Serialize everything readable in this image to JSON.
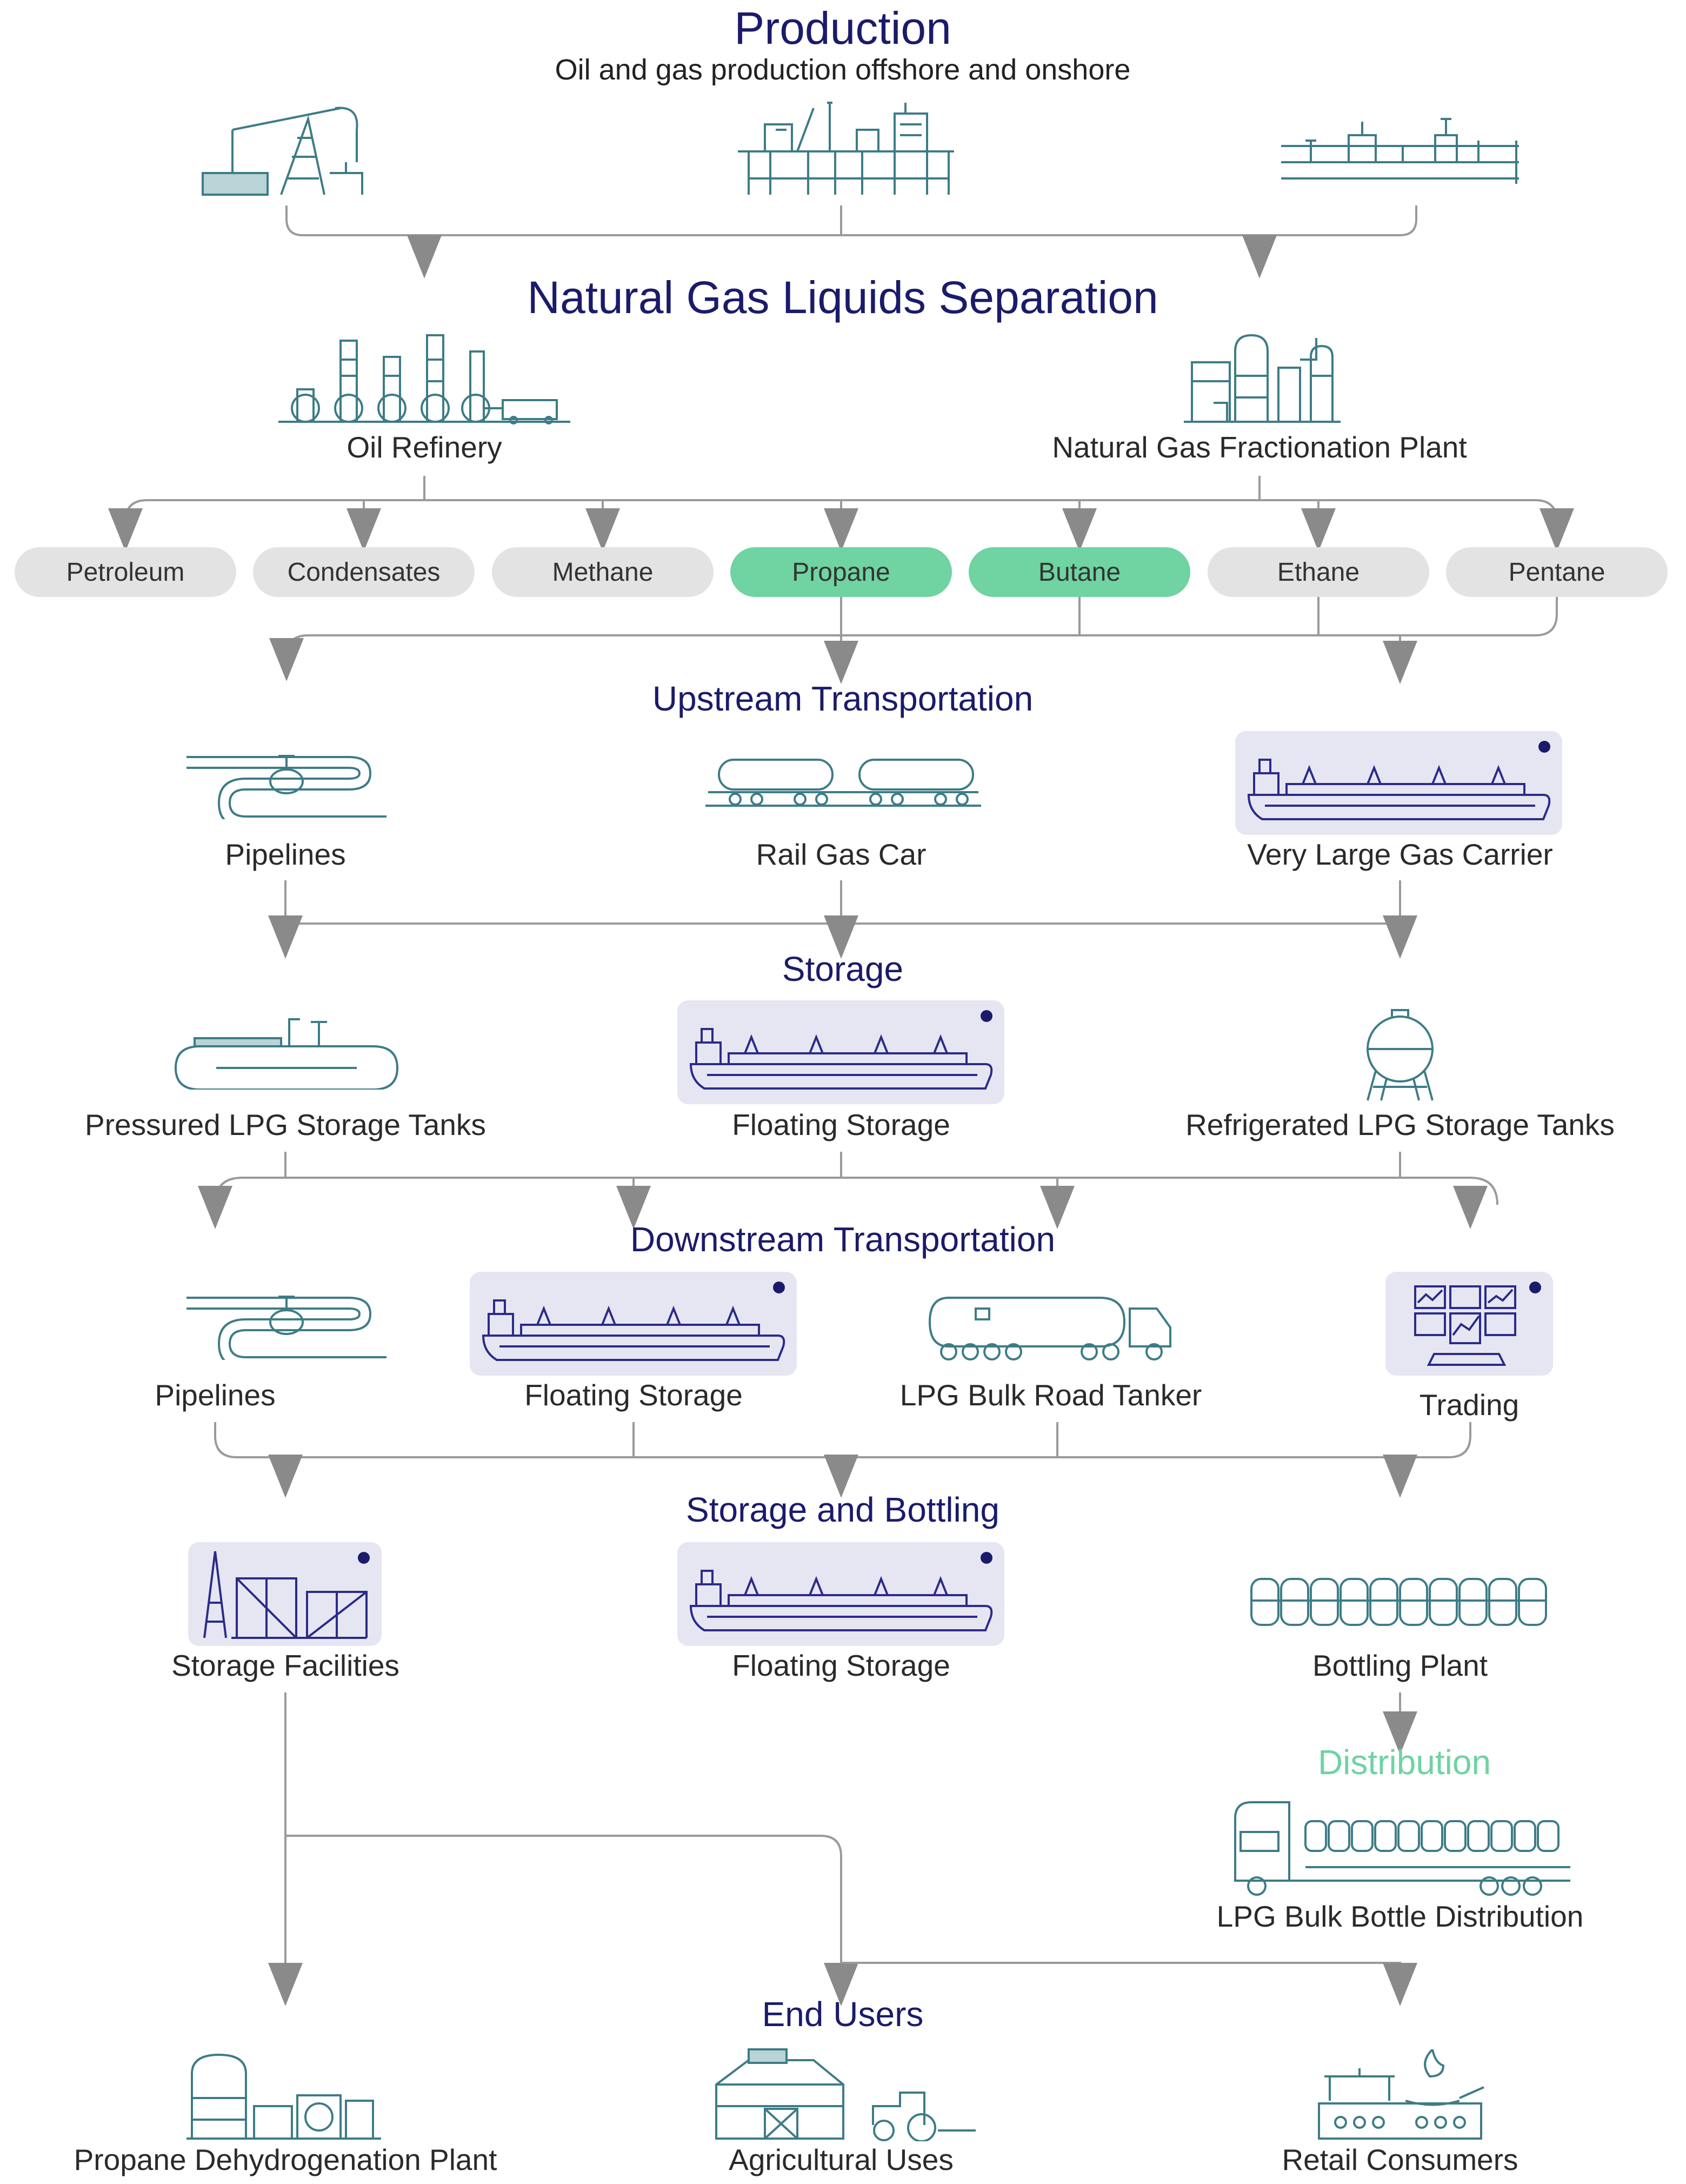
{
  "production": {
    "title": "Production",
    "subtitle": "Oil and gas production offshore and onshore",
    "icons": [
      "pumpjack-icon",
      "offshore-platform-icon",
      "gas-processing-icon"
    ]
  },
  "separation": {
    "title": "Natural Gas Liquids Separation",
    "sources": [
      "Oil Refinery",
      "Natural Gas Fractionation Plant"
    ],
    "products": [
      {
        "label": "Petroleum",
        "highlight": false
      },
      {
        "label": "Condensates",
        "highlight": false
      },
      {
        "label": "Methane",
        "highlight": false
      },
      {
        "label": "Propane",
        "highlight": true
      },
      {
        "label": "Butane",
        "highlight": true
      },
      {
        "label": "Ethane",
        "highlight": false
      },
      {
        "label": "Pentane",
        "highlight": false
      }
    ]
  },
  "upstream": {
    "title": "Upstream Transportation",
    "items": [
      "Pipelines",
      "Rail Gas Car",
      "Very Large Gas Carrier"
    ]
  },
  "storage": {
    "title": "Storage",
    "items": [
      "Pressured LPG Storage Tanks",
      "Floating Storage",
      "Refrigerated LPG Storage Tanks"
    ]
  },
  "downstream": {
    "title": "Downstream Transportation",
    "items": [
      "Pipelines",
      "Floating Storage",
      "LPG Bulk Road Tanker",
      "Trading"
    ]
  },
  "bottling": {
    "title": "Storage and Bottling",
    "items": [
      "Storage Facilities",
      "Floating Storage",
      "Bottling Plant"
    ]
  },
  "distribution": {
    "title": "Distribution",
    "item": "LPG Bulk Bottle Distribution"
  },
  "end_users": {
    "title": "End Users",
    "items": [
      "Propane Dehydrogenation Plant",
      "Agricultural Uses",
      "Retail Consumers"
    ]
  },
  "colors": {
    "title": "#1b1b6b",
    "highlight": "#6fd3a2",
    "pill": "#e3e3e3",
    "card": "#e6e6f2",
    "line": "#9a9a9a",
    "icon": "#3d7c86",
    "icon_card": "#2b2b8a"
  }
}
